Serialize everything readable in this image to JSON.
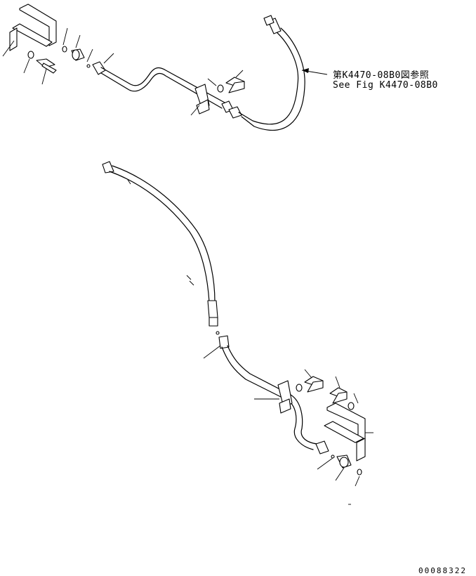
{
  "reference": {
    "text_jp": "第K4470-08B0図参照",
    "text_en": "See Fig K4470-08B0"
  },
  "drawing_number": "00088322"
}
